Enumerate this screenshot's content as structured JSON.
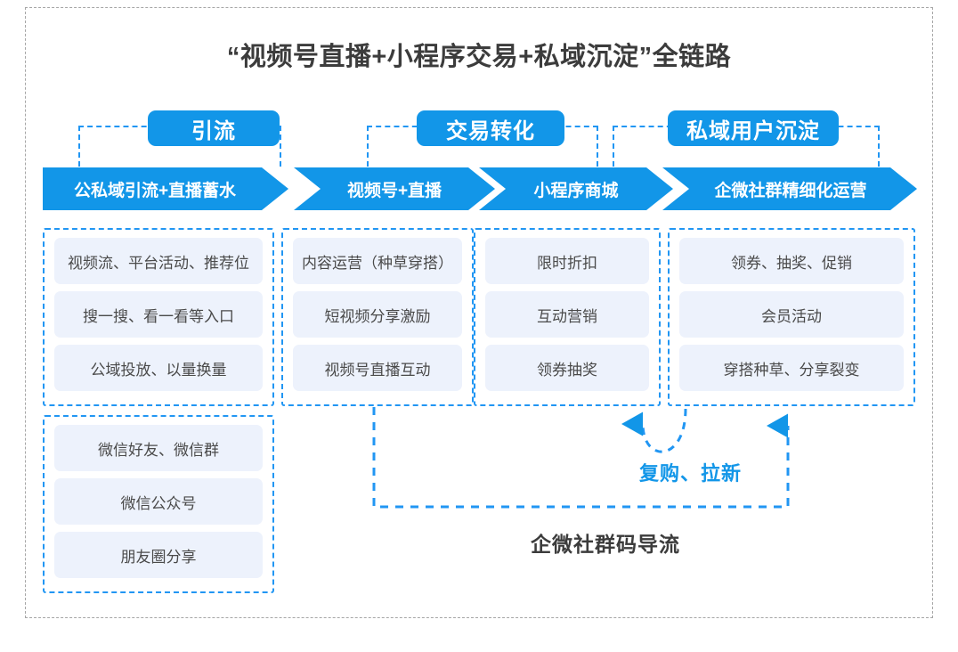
{
  "page": {
    "title": "“视频号直播+小程序交易+私域沉淀”全链路",
    "accent_color": "#1296e8",
    "dashed_color": "#2196f3",
    "pill_bg": "#edf2fc",
    "frame_color": "#a6a6a6",
    "text_color": "#4a4a4a"
  },
  "stages": [
    {
      "label": "引流"
    },
    {
      "label": "交易转化"
    },
    {
      "label": "私域用户沉淀"
    }
  ],
  "flow_steps": [
    {
      "label": "公私域引流+直播蓄水"
    },
    {
      "label": "视频号+直播"
    },
    {
      "label": "小程序商城"
    },
    {
      "label": "企微社群精细化运营"
    }
  ],
  "groups": [
    {
      "id": "group-0a",
      "items": [
        "视频流、平台活动、推荐位",
        "搜一搜、看一看等入口",
        "公域投放、以量换量"
      ]
    },
    {
      "id": "group-0b",
      "items": [
        "微信好友、微信群",
        "微信公众号",
        "朋友圈分享"
      ]
    },
    {
      "id": "group-1",
      "items": [
        "内容运营（种草穿搭）",
        "短视频分享激励",
        "视频号直播互动"
      ]
    },
    {
      "id": "group-2",
      "items": [
        "限时折扣",
        "互动营销",
        "领券抽奖"
      ]
    },
    {
      "id": "group-3",
      "items": [
        "领券、抽奖、促销",
        "会员活动",
        "穿搭种草、分享裂变"
      ]
    }
  ],
  "annotations": {
    "loop_label": "复购、拉新",
    "bottom_label": "企微社群码导流"
  }
}
